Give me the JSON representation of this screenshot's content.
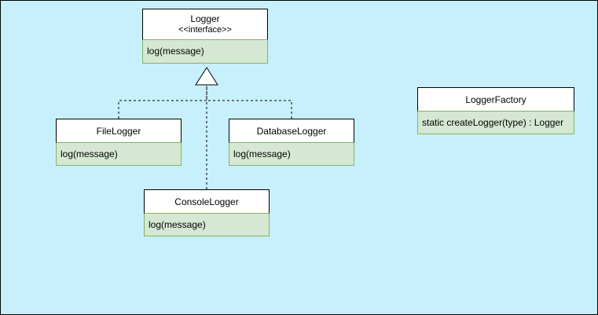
{
  "classes": {
    "logger": {
      "name": "Logger",
      "stereotype": "<<interface>>",
      "method": "log(message)"
    },
    "file_logger": {
      "name": "FileLogger",
      "method": "log(message)"
    },
    "database_logger": {
      "name": "DatabaseLogger",
      "method": "log(message)"
    },
    "console_logger": {
      "name": "ConsoleLogger",
      "method": "log(message)"
    },
    "logger_factory": {
      "name": "LoggerFactory",
      "method": "static createLogger(type) : Logger"
    }
  },
  "colors": {
    "background": "#c8f0fc",
    "class_body": "#d5e8d4",
    "class_border": "#82b366",
    "header": "#ffffff"
  }
}
